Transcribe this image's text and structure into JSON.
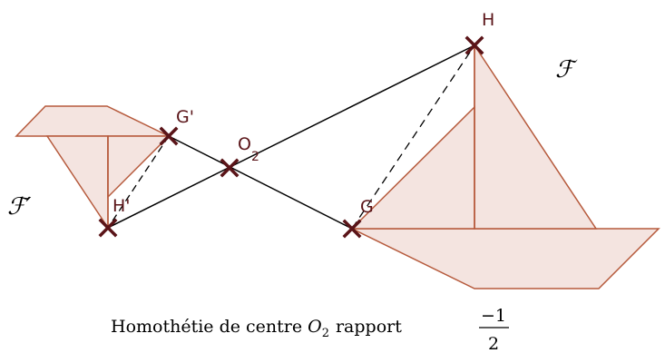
{
  "colors": {
    "fill": "#f4e4e0",
    "stroke": "#b65a3c",
    "cross": "#5a1418",
    "line": "#000000"
  },
  "points": {
    "H": "H",
    "G": "G",
    "O2_base": "O",
    "O2_sub": "2",
    "G_prime": "G'",
    "H_prime": "H'"
  },
  "figures": {
    "F": "ℱ",
    "F_prime": "ℱ′"
  },
  "caption": {
    "text": "Homothétie de centre",
    "center_var": "O",
    "center_sub": "2",
    "ratio_word": "rapport",
    "numerator": "−1",
    "denominator": "2"
  }
}
